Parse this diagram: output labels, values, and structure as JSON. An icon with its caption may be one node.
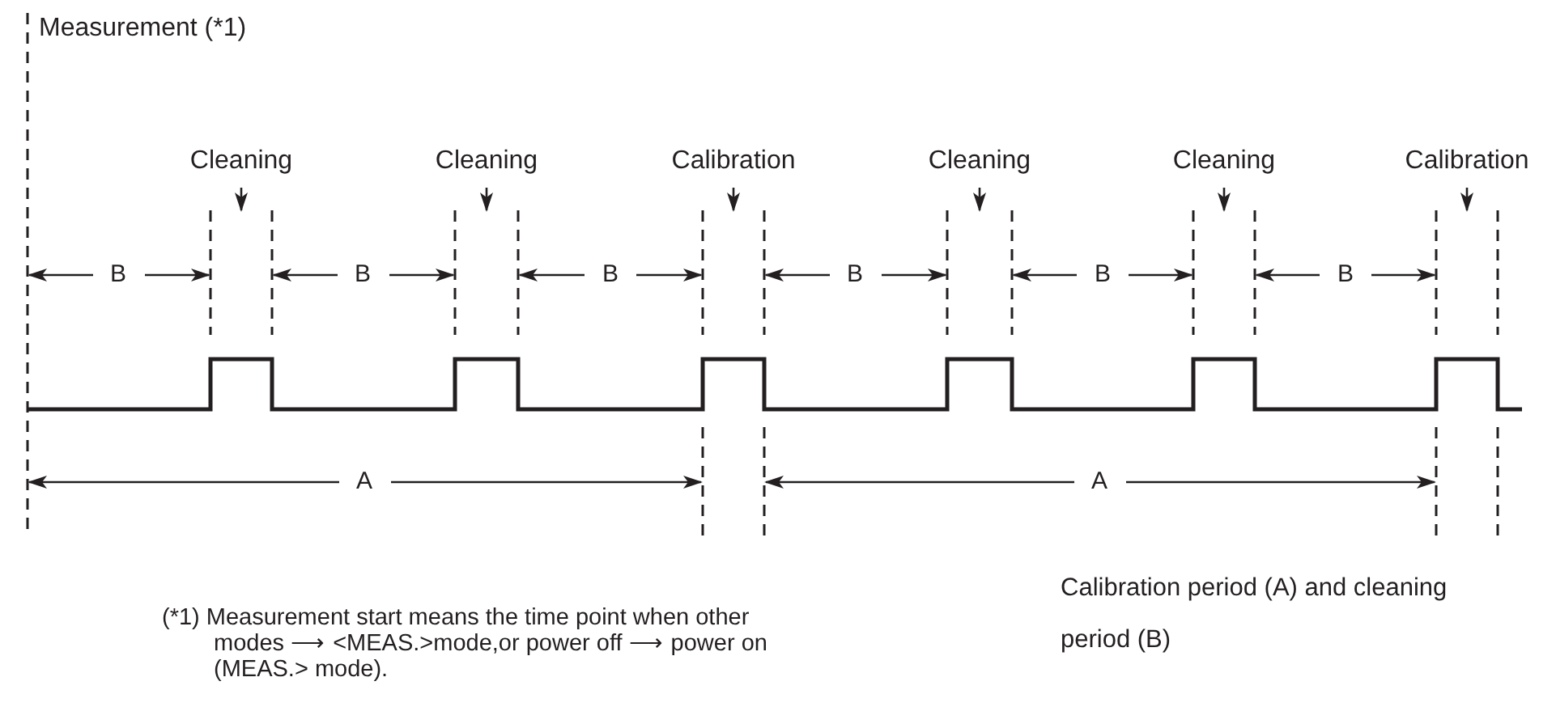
{
  "diagram": {
    "caption": "Calibration period (A) and cleaning period (B)",
    "nodes": [
      {
        "text": [
          "Cleaning"
        ]
      },
      {
        "text": [
          "Cleaning"
        ]
      },
      {
        "text": [
          "Calibration"
        ]
      },
      {
        "text": [
          "Cleaning"
        ]
      },
      {
        "text": [
          "Cleaning"
        ]
      },
      {
        "text": [
          "Calibration"
        ]
      }
    ],
    "edges": [
      {
        "from": 0,
        "to": null,
        "arrow": "to"
      },
      {
        "from": 1,
        "to": null,
        "arrow": "to"
      },
      {
        "from": 2,
        "to": null,
        "arrow": "to"
      },
      {
        "from": 3,
        "to": null,
        "arrow": "to"
      },
      {
        "from": 4,
        "to": null,
        "arrow": "to"
      },
      {
        "from": 5,
        "to": null,
        "arrow": "to"
      }
    ],
    "labels": [
      "Measurement (*1)",
      "B",
      "B",
      "B",
      "B",
      "B",
      "B",
      "A",
      "A",
      "(*1) Measurement start means the time point when other modes ⟶ <MEAS.>mode,or power off ⟶ power on (MEAS.> mode)."
    ]
  }
}
